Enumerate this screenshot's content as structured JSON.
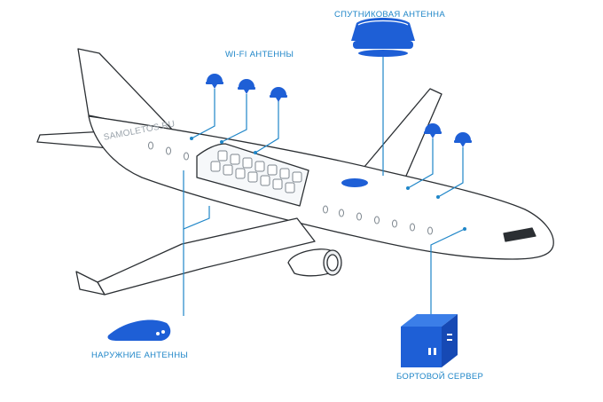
{
  "labels": {
    "satellite_antenna": "СПУТНИКОВАЯ АНТЕННА",
    "wifi_antennas": "WI-FI АНТЕННЫ",
    "external_antennas": "НАРУЖНИЕ АНТЕННЫ",
    "onboard_server": "БОРТОВОЙ СЕРВЕР",
    "watermark": "SAMOLETOS.RU"
  },
  "colors": {
    "accent": "#1f86c8",
    "device": "#1e5fd6",
    "outline": "#2b2f33"
  },
  "icons": [
    "satellite-dish-icon",
    "wifi-antenna-icon",
    "external-antenna-icon",
    "server-box-icon"
  ]
}
